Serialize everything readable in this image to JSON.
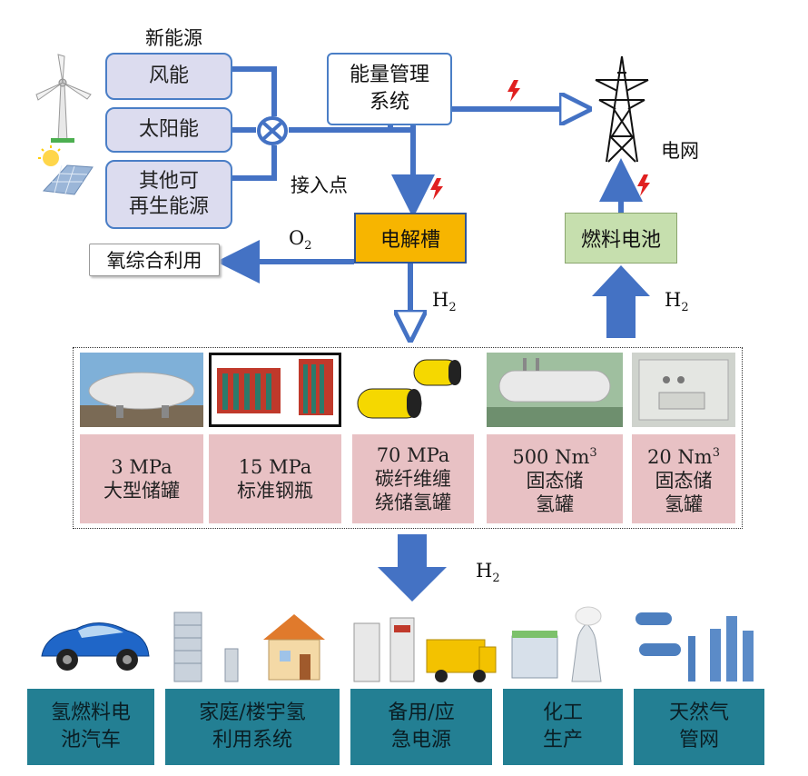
{
  "sources": {
    "title": "新能源",
    "items": [
      "风能",
      "太阳能",
      "其他可\n再生能源"
    ]
  },
  "ems": "能量管理\n系统",
  "access_point": "接入点",
  "grid": "电网",
  "electrolyzer": "电解槽",
  "fuel_cell": "燃料电池",
  "oxygen_use": "氧综合利用",
  "o2_label": {
    "base": "O",
    "sub": "2"
  },
  "h2_label": {
    "base": "H",
    "sub": "2"
  },
  "storage": [
    {
      "line1": "3 MPa",
      "line2": "大型储罐",
      "line3": "",
      "sup": ""
    },
    {
      "line1": "15 MPa",
      "line2": "标准钢瓶",
      "line3": "",
      "sup": ""
    },
    {
      "line1": "70 MPa",
      "line2": "碳纤维缠",
      "line3": "绕储氢罐",
      "sup": ""
    },
    {
      "line1": "500 Nm",
      "line2": "固态储",
      "line3": "氢罐",
      "sup": "3"
    },
    {
      "line1": "20 Nm",
      "line2": "固态储",
      "line3": "氢罐",
      "sup": "3"
    }
  ],
  "applications": [
    {
      "line1": "氢燃料电",
      "line2": "池汽车"
    },
    {
      "line1": "家庭/楼宇氢",
      "line2": "利用系统"
    },
    {
      "line1": "备用/应",
      "line2": "急电源"
    },
    {
      "line1": "化工",
      "line2": "生产"
    },
    {
      "line1": "天然气",
      "line2": "管网"
    }
  ],
  "colors": {
    "arrow": "#4472c4",
    "source_fill": "#dcdcef",
    "electrolyzer": "#f7b500",
    "fuel_cell": "#c6dfae",
    "storage_label": "#e8c1c4",
    "app_label": "#237f93",
    "lightning": "#e02020"
  },
  "icons": [
    "wind-turbine-icon",
    "solar-panel-icon",
    "transmission-tower-icon",
    "lightning-icon",
    "valve-junction-icon"
  ]
}
